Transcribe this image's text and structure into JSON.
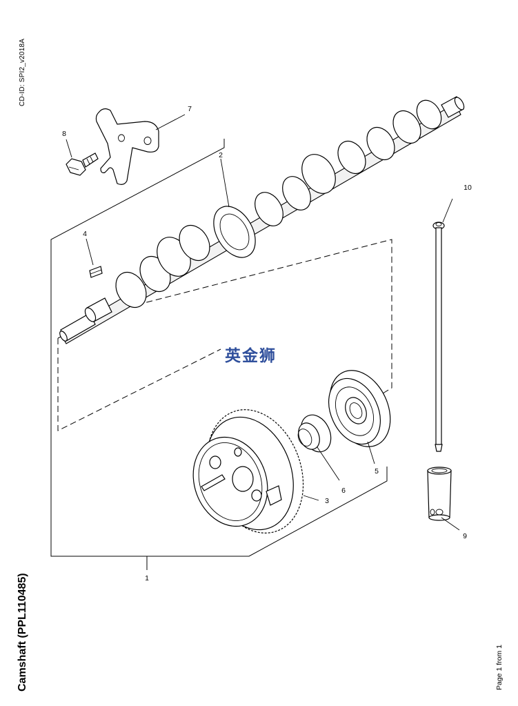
{
  "doc_id": "CD-ID: SPI2_v2018A",
  "title": "Camshaft (PPL110485)",
  "pager": "Page 1 from 1",
  "watermark": "英金狮",
  "callouts": {
    "c1": "1",
    "c2": "2",
    "c3": "3",
    "c4": "4",
    "c5": "5",
    "c6": "6",
    "c7": "7",
    "c8": "8",
    "c9": "9",
    "c10": "10"
  }
}
